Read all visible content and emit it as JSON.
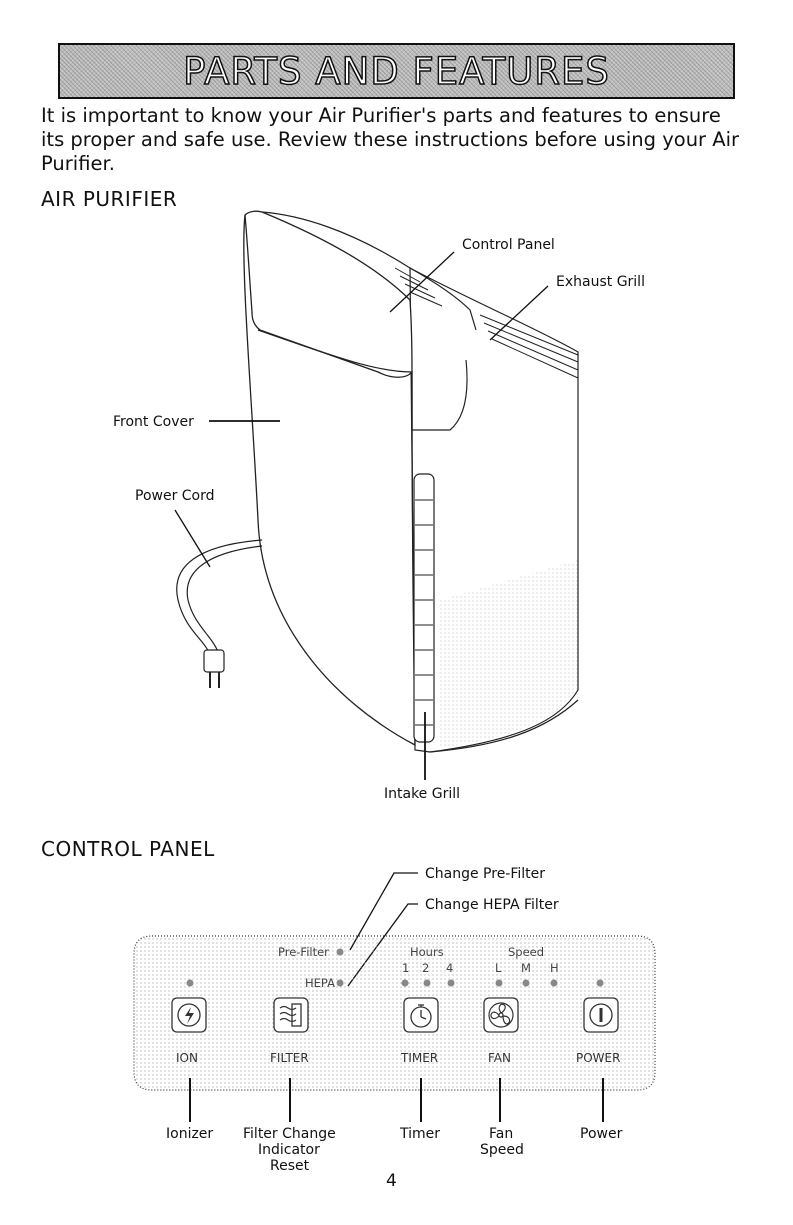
{
  "header": {
    "title": "PARTS AND FEATURES"
  },
  "intro": "It is important to know your Air Purifier's parts and features to ensure its proper and safe use. Review these instructions before using your Air Purifier.",
  "sections": {
    "air_purifier": {
      "heading": "AIR PURIFIER",
      "labels": {
        "control_panel": "Control Panel",
        "exhaust_grill": "Exhaust Grill",
        "front_cover": "Front Cover",
        "power_cord": "Power Cord",
        "intake_grill": "Intake Grill"
      }
    },
    "control_panel": {
      "heading": "CONTROL PANEL",
      "callouts": {
        "change_prefilter": "Change Pre-Filter",
        "change_hepa": "Change HEPA Filter"
      },
      "indicators": {
        "prefilter": "Pre-Filter",
        "hepa": "HEPA",
        "hours": "Hours",
        "hours_values": [
          "1",
          "2",
          "4"
        ],
        "speed": "Speed",
        "speed_values": [
          "L",
          "M",
          "H"
        ]
      },
      "buttons": [
        {
          "label": "ION",
          "icon": "ionizer-icon"
        },
        {
          "label": "FILTER",
          "icon": "filter-icon"
        },
        {
          "label": "TIMER",
          "icon": "timer-icon"
        },
        {
          "label": "FAN",
          "icon": "fan-icon"
        },
        {
          "label": "POWER",
          "icon": "power-icon"
        }
      ],
      "functions": {
        "ionizer": "Ionizer",
        "filter_line1": "Filter Change",
        "filter_line2": "Indicator",
        "filter_line3": "Reset",
        "timer": "Timer",
        "fan_line1": "Fan",
        "fan_line2": "Speed",
        "power": "Power"
      }
    }
  },
  "page_number": "4"
}
